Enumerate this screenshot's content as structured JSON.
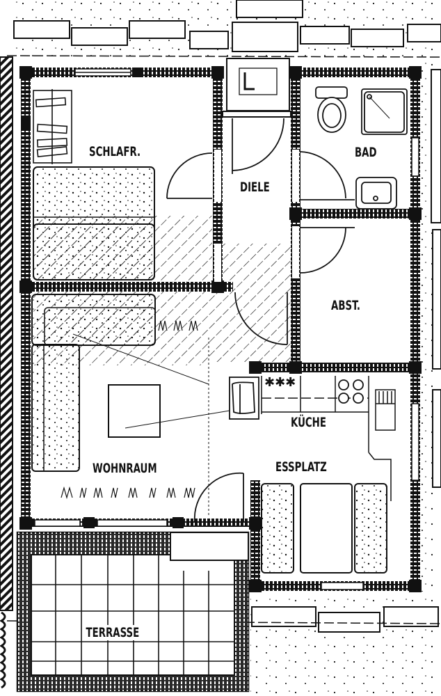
{
  "plan": {
    "type": "architectural floor plan",
    "colors": {
      "ink": "#111111",
      "paper": "#ffffff"
    },
    "rooms": [
      {
        "id": "schlafr",
        "label": "SCHLAFR."
      },
      {
        "id": "diele",
        "label": "DIELE"
      },
      {
        "id": "bad",
        "label": "BAD"
      },
      {
        "id": "abst",
        "label": "ABST."
      },
      {
        "id": "kueche",
        "label": "KÜCHE"
      },
      {
        "id": "essplatz",
        "label": "ESSPLATZ"
      },
      {
        "id": "wohnraum",
        "label": "WOHNRAUM"
      },
      {
        "id": "terrasse",
        "label": "TERRASSE"
      }
    ],
    "fixtures": [
      "wardrobe",
      "double-bed",
      "toilet",
      "shower",
      "washbasin",
      "stove",
      "sink",
      "refrigerator",
      "sofa",
      "coffee-table",
      "dining-table",
      "benches",
      "storage-l"
    ],
    "stove_symbol": "✱✱✱",
    "storage_symbol": "L"
  }
}
